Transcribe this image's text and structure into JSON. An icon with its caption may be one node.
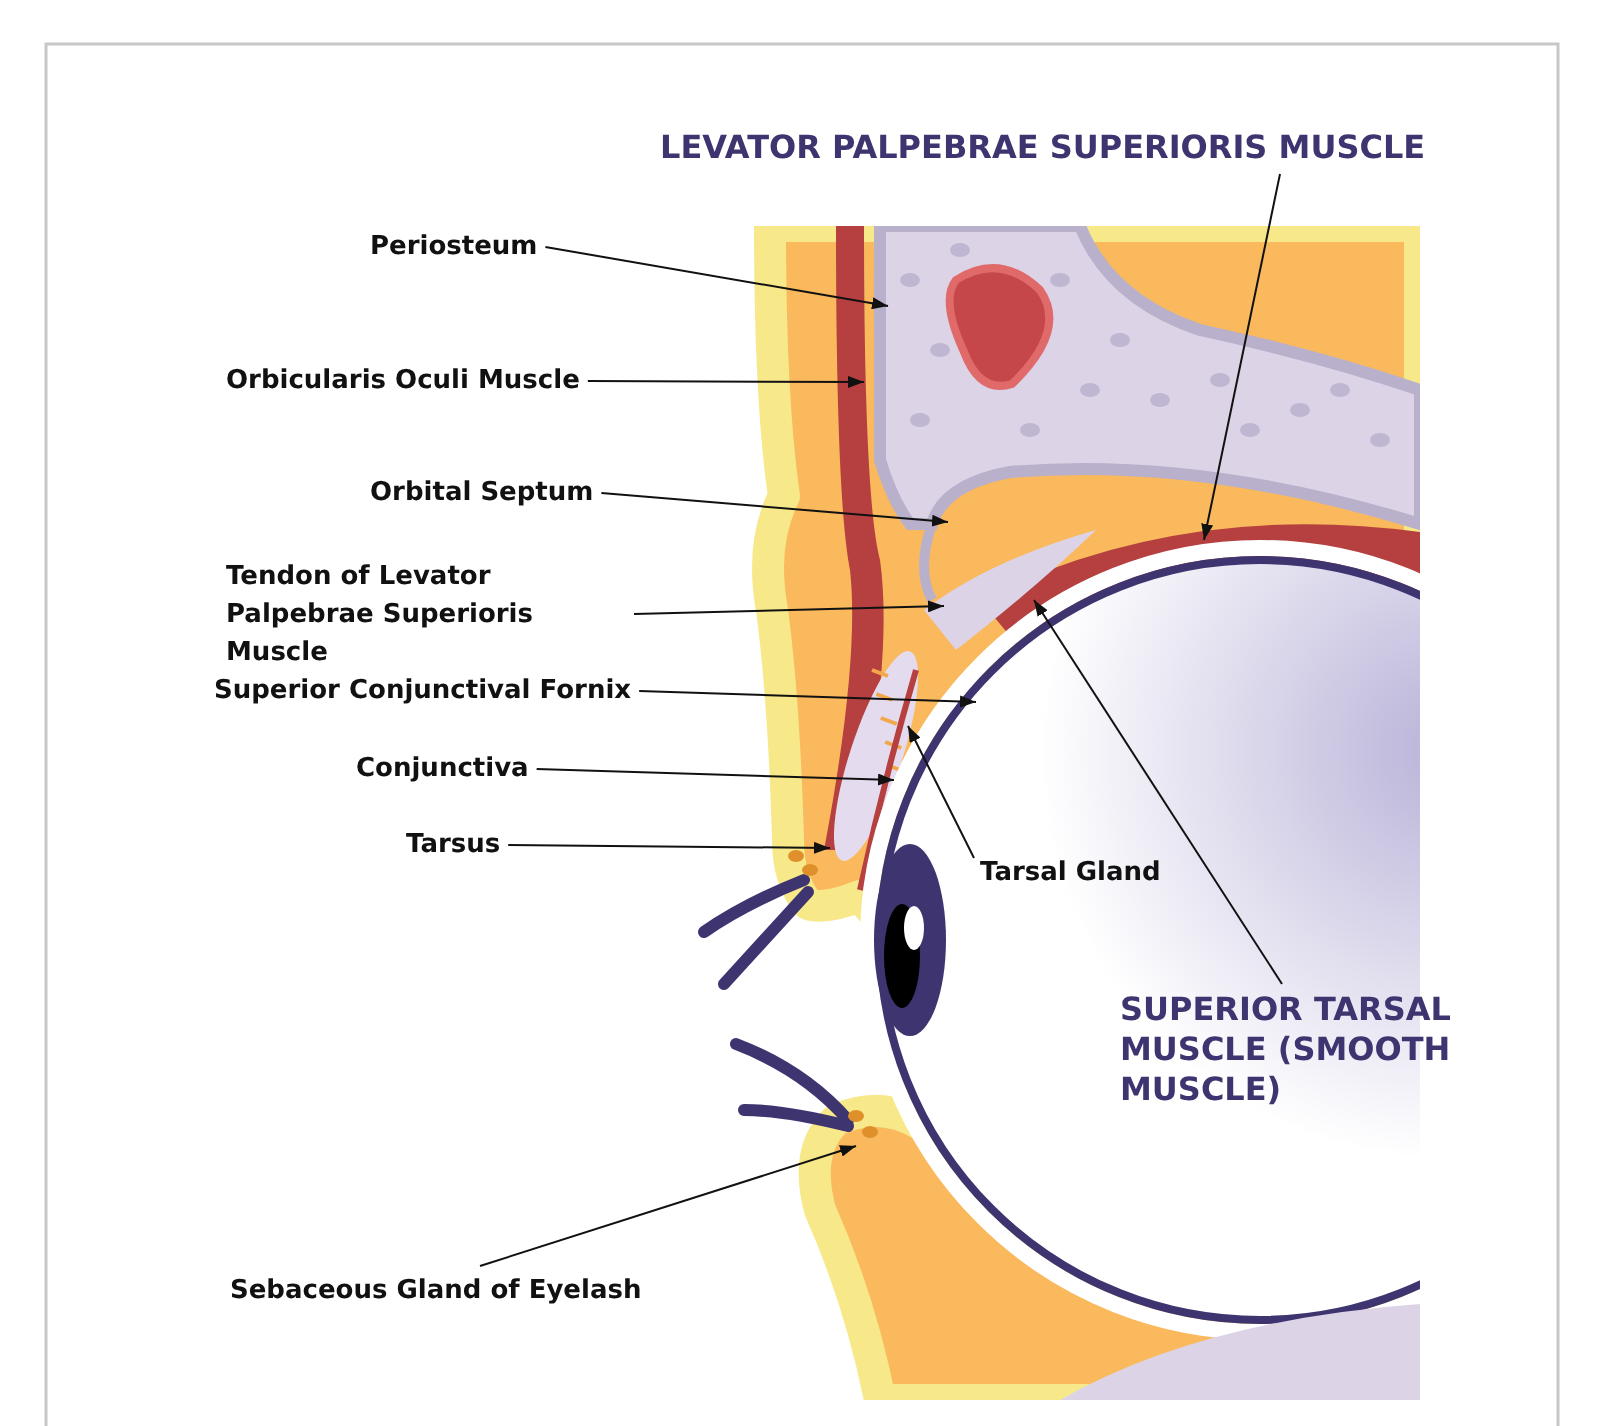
{
  "diagram": {
    "nodes": [
      {
        "text": [
          "LEVATOR PALPEBRAE SUPERIORIS MUSCLE"
        ]
      },
      {
        "text": [
          "Periosteum"
        ]
      },
      {
        "text": [
          "Orbicularis Oculi Muscle"
        ]
      },
      {
        "text": [
          "Orbital Septum"
        ]
      },
      {
        "text": [
          "Tendon of Levator Palpebrae Superioris Muscle"
        ]
      },
      {
        "text": [
          "Superior Conjunctival Fornix"
        ]
      },
      {
        "text": [
          "Conjunctiva"
        ]
      },
      {
        "text": [
          "Tarsus"
        ]
      },
      {
        "text": [
          "Tarsal Gland"
        ]
      },
      {
        "text": [
          "SUPERIOR TARSAL MUSCLE (SMOOTH MUSCLE)"
        ]
      },
      {
        "text": [
          "Sebaceous Gland of Eyelash"
        ]
      }
    ],
    "edges": [
      {
        "from": 0,
        "to": null,
        "arrow": "to"
      },
      {
        "from": 1,
        "to": null,
        "arrow": "to"
      },
      {
        "from": 2,
        "to": null,
        "arrow": "to"
      },
      {
        "from": 3,
        "to": null,
        "arrow": "to"
      },
      {
        "from": 4,
        "to": null,
        "arrow": "to"
      },
      {
        "from": 5,
        "to": null,
        "arrow": "to"
      },
      {
        "from": 6,
        "to": null,
        "arrow": "to"
      },
      {
        "from": 7,
        "to": null,
        "arrow": "to"
      },
      {
        "from": 8,
        "to": null,
        "arrow": "to"
      },
      {
        "from": 9,
        "to": null,
        "arrow": "to"
      },
      {
        "from": 10,
        "to": null,
        "arrow": "to"
      }
    ]
  }
}
